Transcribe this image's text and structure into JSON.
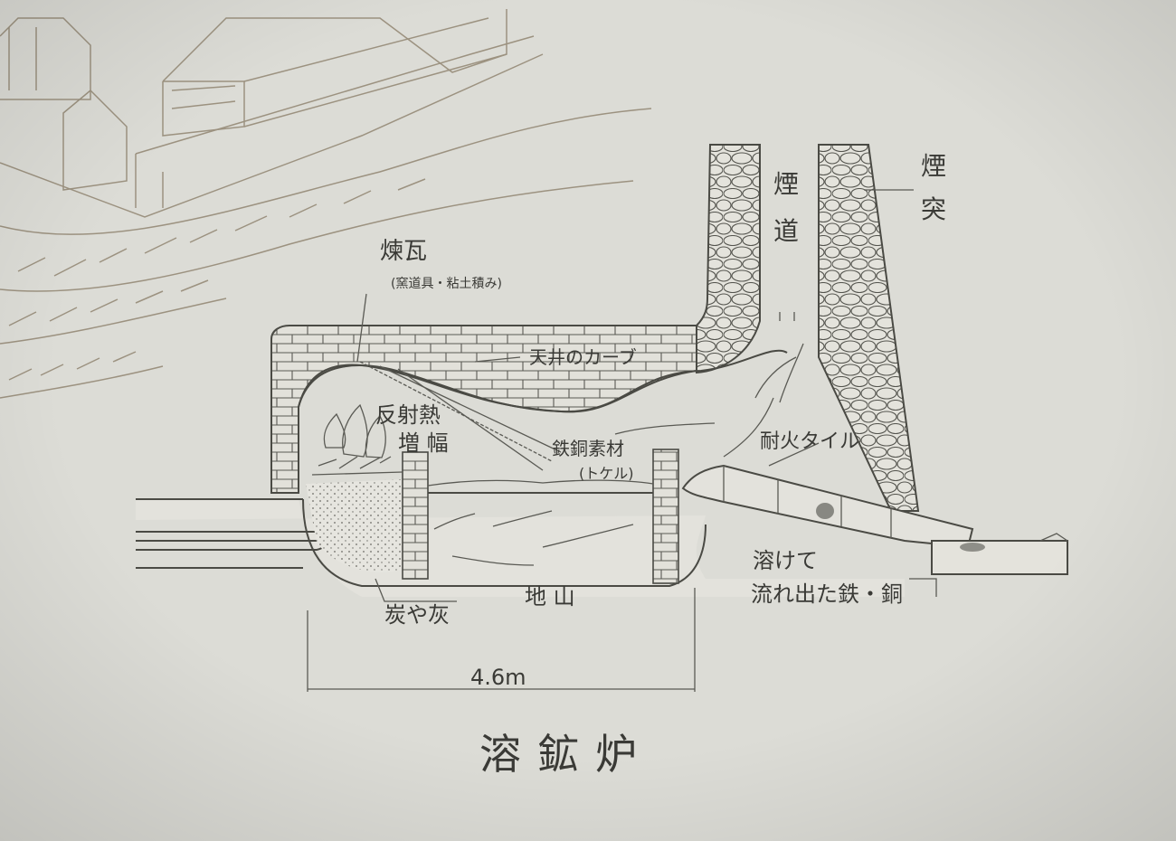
{
  "title": "溶鉱炉",
  "labels": {
    "brick": "煉瓦",
    "brick_note": "(窯道具・粘土積み)",
    "flue_chars": [
      "煙",
      "道"
    ],
    "chimney_chars": [
      "煙",
      "突"
    ],
    "ceiling_curve": "天井のカーブ",
    "reflected_heat_line1": "反射熱",
    "reflected_heat_line2": "増 幅",
    "material": "鉄銅素材",
    "material_note": "(トケル)",
    "refractory_tile": "耐火タイル",
    "melted_line1": "溶けて",
    "melted_line2": "流れ出た鉄・銅",
    "ash": "炭や灰",
    "ground": "地 山",
    "dimension": "4.6m"
  },
  "colors": {
    "paper": "#dcdcd6",
    "ink": "#3a3a36",
    "sepia_sketch": "#9c9280"
  }
}
